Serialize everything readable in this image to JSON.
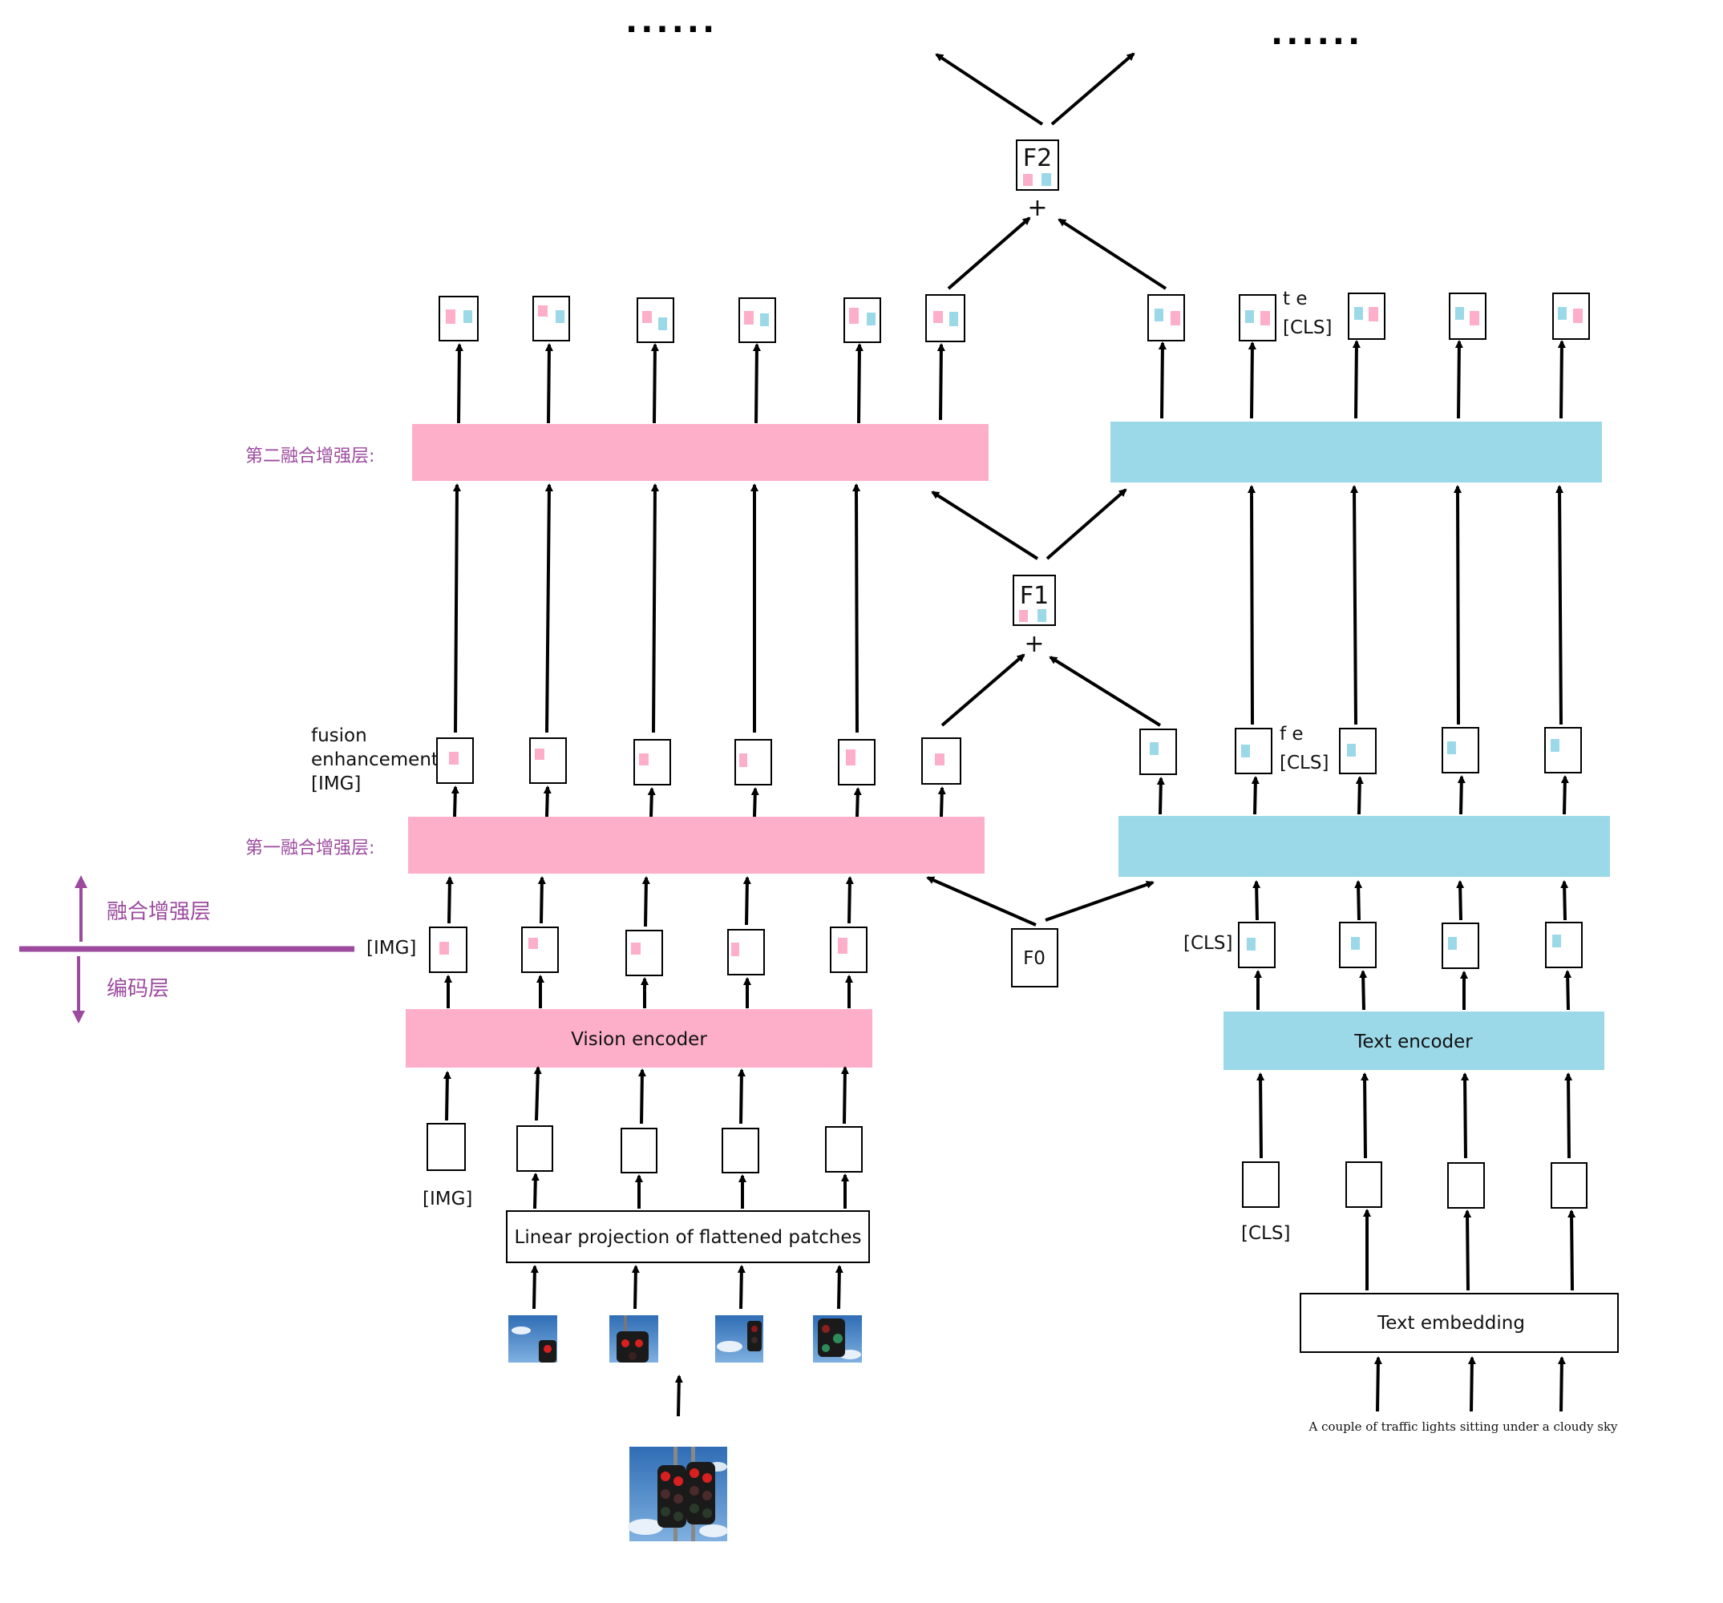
{
  "labels": {
    "second_layer": "第二融合增强层:",
    "first_layer": "第一融合增强层:",
    "fusion_layer": "融合增强层",
    "encoding_layer": "编码层",
    "vision_encoder": "Vision encoder",
    "text_encoder": "Text encoder",
    "linear_projection": "Linear projection of flattened patches",
    "text_embedding": "Text embedding",
    "caption": "A couple of traffic lights sitting under a cloudy sky",
    "img_token": "[IMG]",
    "img_token_input": "[IMG]",
    "cls_token": "[CLS]",
    "cls_token_input": "[CLS]",
    "fusion_line1": "fusion",
    "fusion_line2": "enhancement",
    "fusion_line3": "[IMG]",
    "fe": "f e",
    "fe_cls": "[CLS]",
    "te": "t e",
    "te_cls": "[CLS]",
    "f0": "F0",
    "f1": "F1",
    "f2": "F2",
    "plus": "+",
    "ellipsis_left": "......",
    "ellipsis_right": "......"
  },
  "colors": {
    "vision": "#FDAFC9",
    "text": "#9CD9E8",
    "layer_annotation": "#9B4A9E",
    "sky": "#4A86C8"
  }
}
